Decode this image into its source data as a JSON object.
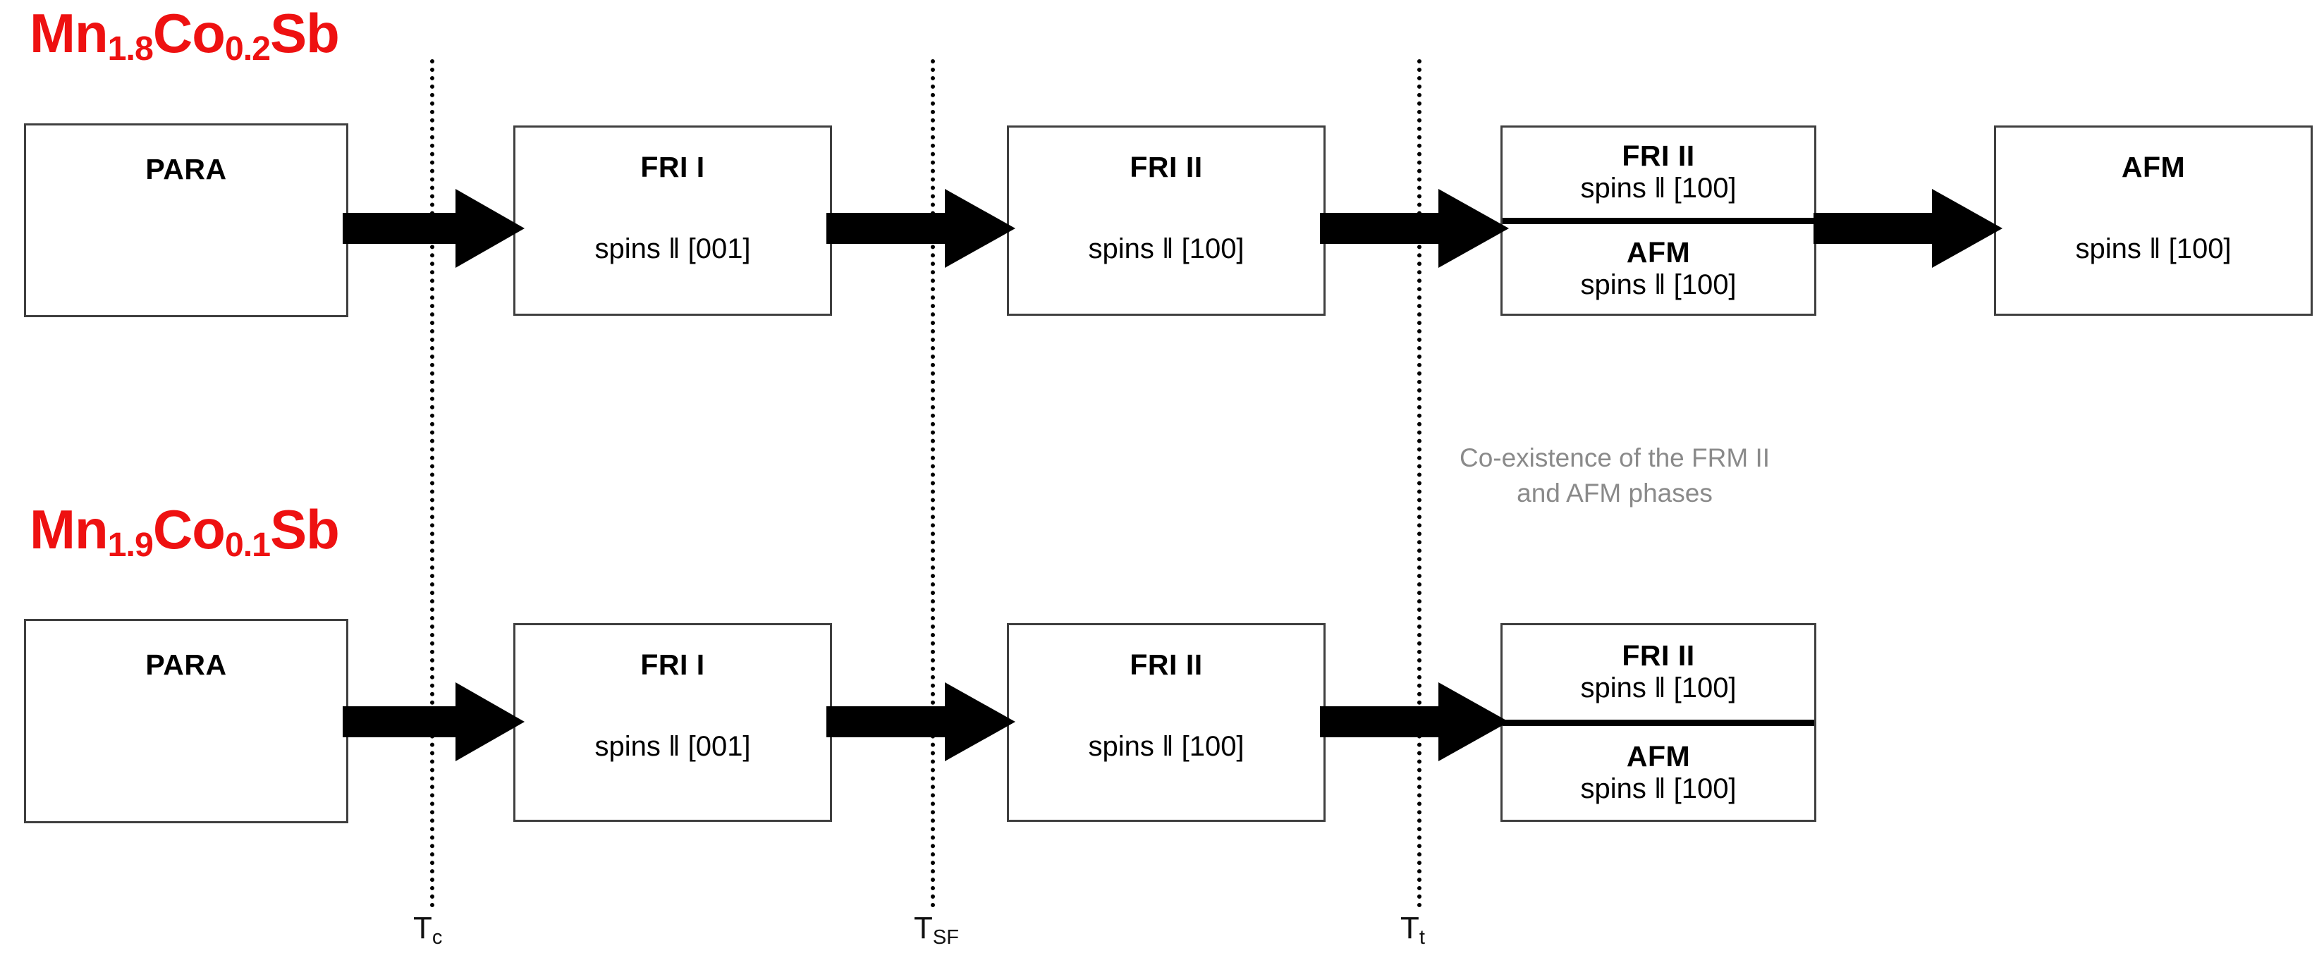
{
  "figure": {
    "type": "phase-transition-flow-diagram",
    "accent_color": "#ee1111",
    "note_color": "#8a8a8a",
    "box_border_color": "#3f3f3f"
  },
  "rows": [
    {
      "compound": {
        "prefix": "Mn",
        "sub1": "1.8",
        "mid": "Co",
        "sub2": "0.2",
        "suffix": "Sb"
      },
      "boxes": [
        {
          "name": "PARA",
          "spins": ""
        },
        {
          "name": "FRI I",
          "spins": "spins ‖ [001]"
        },
        {
          "name": "FRI II",
          "spins": "spins ‖ [100]"
        },
        {
          "split": true,
          "top": {
            "name": "FRI II",
            "spins": "spins ‖ [100]"
          },
          "bottom": {
            "name": "AFM",
            "spins": "spins ‖ [100]"
          }
        },
        {
          "name": "AFM",
          "spins": "spins ‖ [100]"
        }
      ]
    },
    {
      "compound": {
        "prefix": "Mn",
        "sub1": "1.9",
        "mid": "Co",
        "sub2": "0.1",
        "suffix": "Sb"
      },
      "boxes": [
        {
          "name": "PARA",
          "spins": ""
        },
        {
          "name": "FRI I",
          "spins": "spins ‖ [001]"
        },
        {
          "name": "FRI II",
          "spins": "spins ‖ [100]"
        },
        {
          "split": true,
          "top": {
            "name": "FRI II",
            "spins": "spins ‖ [100]"
          },
          "bottom": {
            "name": "AFM",
            "spins": "spins ‖ [100]"
          }
        }
      ]
    }
  ],
  "note": {
    "text": "Co-existence of the FRM II\nand AFM phases"
  },
  "temperatures": [
    {
      "symbol": "T",
      "sub": "c"
    },
    {
      "symbol": "T",
      "sub": "SF"
    },
    {
      "symbol": "T",
      "sub": "t"
    }
  ]
}
